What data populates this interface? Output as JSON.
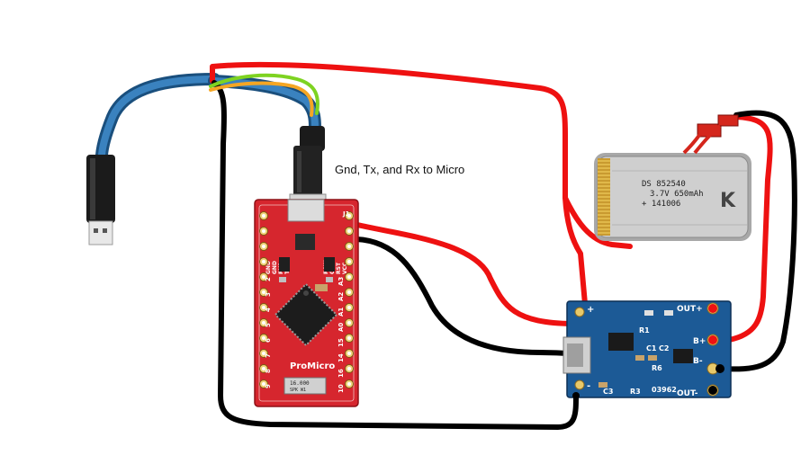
{
  "caption": "Gnd, Tx, and Rx to Micro",
  "promicro": {
    "brand": "ProMicro",
    "top_pins": [
      "GND",
      "GND",
      "RX1",
      "TX0"
    ],
    "top_pins2": [
      "RAW",
      "GND",
      "RST",
      "VCC"
    ],
    "crystal": "16.000",
    "crystal2": "SPK W1",
    "left_numbers": [
      "2",
      "3",
      "4",
      "5",
      "6",
      "7",
      "8",
      "9"
    ],
    "right_labels": [
      "A3",
      "A2",
      "A1",
      "A0",
      "15",
      "14",
      "16",
      "10"
    ],
    "j1": "J1"
  },
  "battery": {
    "line1": "DS 852540",
    "line2": "3.7V 650mAh",
    "line3": "+ 141006"
  },
  "charger": {
    "out_plus": "OUT+",
    "b_plus": "B+",
    "b_minus": "B-",
    "out_minus": "OUT-",
    "r1": "R1",
    "c1": "C1",
    "c2": "C2",
    "r6": "R6",
    "c3": "C3",
    "r3": "R3",
    "code": "03962",
    "plus": "+",
    "minus": "-"
  },
  "colors": {
    "wire_red": "#ee1111",
    "wire_black": "#000000",
    "wire_green": "#7ed321",
    "wire_orange": "#f5a623",
    "cable_blue": "#2a6fa8",
    "pcb_red": "#d6262e",
    "pcb_blue": "#1c5a96",
    "battery_silver": "#c9c9c9"
  }
}
